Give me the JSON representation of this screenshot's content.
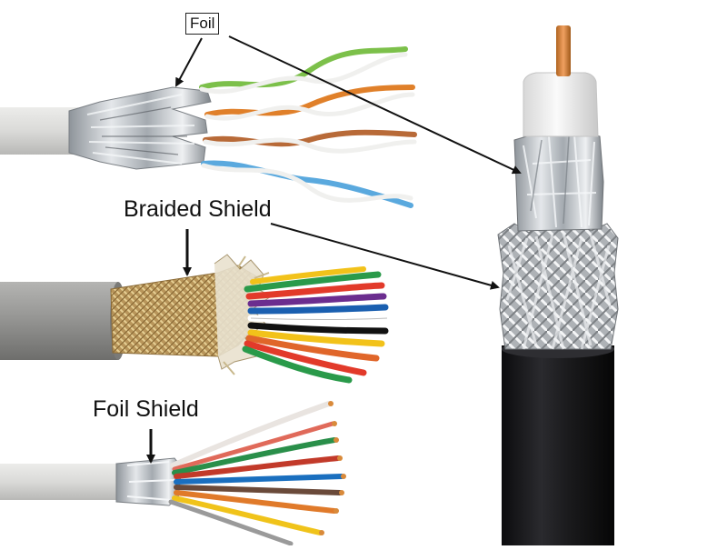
{
  "labels": {
    "foil": "Foil",
    "braided_shield": "Braided Shield",
    "foil_shield": "Foil Shield"
  },
  "colors": {
    "jacket_grey": "#9a9a98",
    "jacket_white": "#dadad8",
    "jacket_black": "#1c1c1e",
    "copper": "#d98a3a",
    "dielectric": "#f2f2f2",
    "braid_gold": "#c9a862",
    "foil_silver": "#c8ccd0",
    "arrow": "#111111"
  },
  "cables": [
    {
      "id": "stp-cable",
      "wires": [
        "#7cc04a",
        "#e0802a",
        "#b86a38",
        "#5aa9de"
      ]
    },
    {
      "id": "multi-conductor-braided",
      "wires": [
        "#e23a2a",
        "#2a9a4a",
        "#1a5fb0",
        "#f2c21a",
        "#e0662a",
        "#6b2d8f",
        "#ffffff",
        "#111111"
      ]
    },
    {
      "id": "multi-conductor-foil",
      "wires": [
        "#e9e4e0",
        "#2a8f4a",
        "#c23a2a",
        "#1a6fbf",
        "#6a4a3a",
        "#e07a2a",
        "#f0c31a",
        "#7a7a7a"
      ]
    },
    {
      "id": "coax-cable"
    }
  ]
}
